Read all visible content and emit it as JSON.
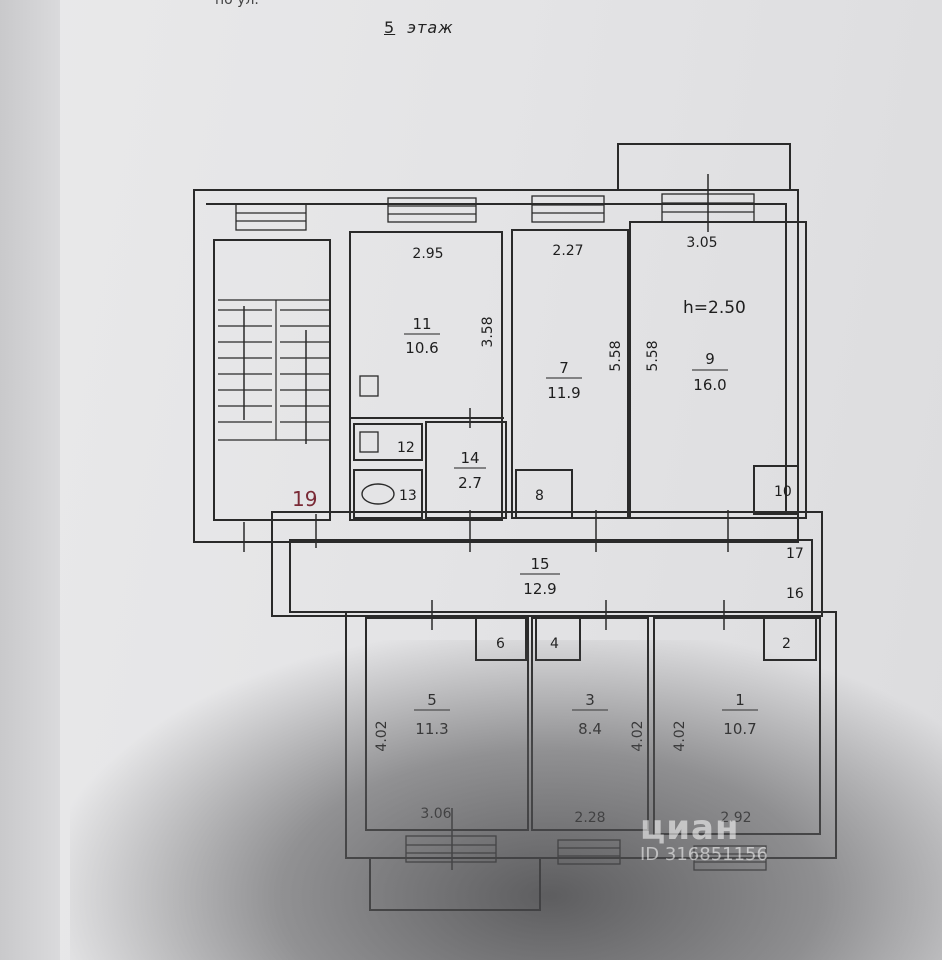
{
  "header": {
    "street_prefix": "по ул."
  },
  "floor": {
    "number": "5",
    "word": "этаж"
  },
  "ceiling_height": "h=2.50",
  "watermark": {
    "brand": "циан",
    "id": "ID 316851156"
  },
  "rooms": [
    {
      "id": "room-11",
      "num": "11",
      "area": "10.6"
    },
    {
      "id": "room-7",
      "num": "7",
      "area": "11.9"
    },
    {
      "id": "room-9",
      "num": "9",
      "area": "16.0"
    },
    {
      "id": "room-14",
      "num": "14",
      "area": "2.7"
    },
    {
      "id": "room-15",
      "num": "15",
      "area": "12.9"
    },
    {
      "id": "room-5",
      "num": "5",
      "area": "11.3"
    },
    {
      "id": "room-3",
      "num": "3",
      "area": "8.4"
    },
    {
      "id": "room-1",
      "num": "1",
      "area": "10.7"
    }
  ],
  "small_rooms": [
    "12",
    "13",
    "8",
    "10",
    "17",
    "16",
    "6",
    "4",
    "2",
    "19"
  ],
  "dimensions": {
    "top_11": "2.95",
    "top_7": "2.27",
    "top_9": "3.05",
    "side_11": "3.58",
    "side_7": "5.58",
    "side_9": "5.58",
    "side_5": "4.02",
    "side_3": "4.02",
    "side_1": "4.02",
    "bottom_5": "3.06",
    "bottom_3": "2.28",
    "bottom_1": "2.92"
  }
}
